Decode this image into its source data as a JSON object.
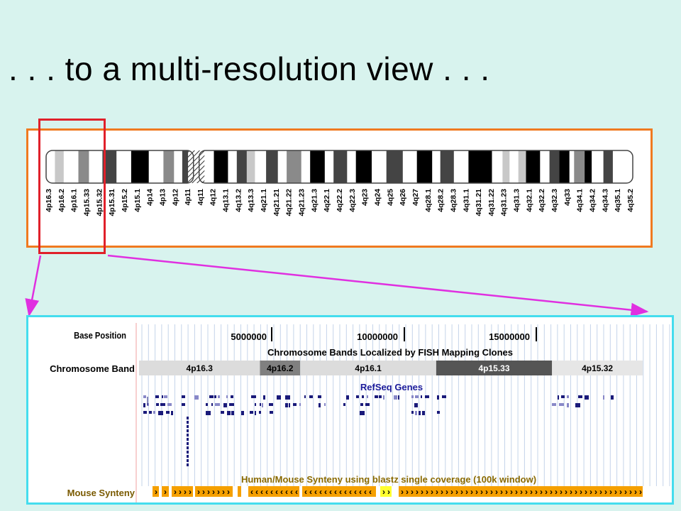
{
  "slide": {
    "title": ". . . to a multi-resolution view . . ."
  },
  "colors": {
    "background": "#d8f3ee",
    "ideogram_border": "#f07a20",
    "zoom_box": "#e0202a",
    "arrow": "#e030e0",
    "browser_border": "#44ddee",
    "gene": "#1a1a7a",
    "synteny": "#f5a000"
  },
  "ideogram": {
    "band_labels": [
      "4p16.3",
      "4p16.2",
      "4p16.1",
      "4p15.33",
      "4p15.32",
      "4p15.31",
      "4p15.2",
      "4p15.1",
      "4p14",
      "4p13",
      "4p12",
      "4p11",
      "4q11",
      "4q12",
      "4q13.1",
      "4q13.2",
      "4q13.3",
      "4q21.1",
      "4q21.21",
      "4q21.22",
      "4q21.23",
      "4q21.3",
      "4q22.1",
      "4q22.2",
      "4q22.3",
      "4q23",
      "4q24",
      "4q25",
      "4q26",
      "4q27",
      "4q28.1",
      "4q28.2",
      "4q28.3",
      "4q31.1",
      "4q31.21",
      "4q31.22",
      "4q31.23",
      "4q31.3",
      "4q32.1",
      "4q32.2",
      "4q32.3",
      "4q33",
      "4q34.1",
      "4q34.2",
      "4q34.3",
      "4q35.1",
      "4q35.2"
    ],
    "bands": [
      {
        "s": 0,
        "e": 1.5,
        "st": "w"
      },
      {
        "s": 1.5,
        "e": 3.0,
        "st": "l"
      },
      {
        "s": 3.0,
        "e": 5.5,
        "st": "w"
      },
      {
        "s": 5.5,
        "e": 7.3,
        "st": "m"
      },
      {
        "s": 7.3,
        "e": 9.6,
        "st": "w"
      },
      {
        "s": 9.6,
        "e": 12.0,
        "st": "d"
      },
      {
        "s": 12.0,
        "e": 14.5,
        "st": "w"
      },
      {
        "s": 14.5,
        "e": 17.5,
        "st": "b"
      },
      {
        "s": 17.5,
        "e": 20.0,
        "st": "w"
      },
      {
        "s": 20.0,
        "e": 21.8,
        "st": "m"
      },
      {
        "s": 21.8,
        "e": 23.2,
        "st": "w"
      },
      {
        "s": 23.2,
        "e": 24.2,
        "st": "d"
      },
      {
        "s": 24.2,
        "e": 27.0,
        "st": "c"
      },
      {
        "s": 27.0,
        "e": 28.6,
        "st": "w"
      },
      {
        "s": 28.6,
        "e": 31.0,
        "st": "b"
      },
      {
        "s": 31.0,
        "e": 32.5,
        "st": "w"
      },
      {
        "s": 32.5,
        "e": 34.2,
        "st": "d"
      },
      {
        "s": 34.2,
        "e": 35.6,
        "st": "l"
      },
      {
        "s": 35.6,
        "e": 37.5,
        "st": "w"
      },
      {
        "s": 37.5,
        "e": 39.5,
        "st": "d"
      },
      {
        "s": 39.5,
        "e": 41.0,
        "st": "w"
      },
      {
        "s": 41.0,
        "e": 43.5,
        "st": "m"
      },
      {
        "s": 43.5,
        "e": 45.0,
        "st": "w"
      },
      {
        "s": 45.0,
        "e": 47.5,
        "st": "b"
      },
      {
        "s": 47.5,
        "e": 49.0,
        "st": "w"
      },
      {
        "s": 49.0,
        "e": 51.3,
        "st": "d"
      },
      {
        "s": 51.3,
        "e": 52.8,
        "st": "w"
      },
      {
        "s": 52.8,
        "e": 55.5,
        "st": "b"
      },
      {
        "s": 55.5,
        "e": 58.0,
        "st": "w"
      },
      {
        "s": 58.0,
        "e": 60.8,
        "st": "d"
      },
      {
        "s": 60.8,
        "e": 63.2,
        "st": "w"
      },
      {
        "s": 63.2,
        "e": 65.8,
        "st": "b"
      },
      {
        "s": 65.8,
        "e": 67.2,
        "st": "w"
      },
      {
        "s": 67.2,
        "e": 69.5,
        "st": "d"
      },
      {
        "s": 69.5,
        "e": 72.0,
        "st": "w"
      },
      {
        "s": 72.0,
        "e": 76.0,
        "st": "b"
      },
      {
        "s": 76.0,
        "e": 77.8,
        "st": "w"
      },
      {
        "s": 77.8,
        "e": 79.0,
        "st": "l"
      },
      {
        "s": 79.0,
        "e": 80.5,
        "st": "w"
      },
      {
        "s": 80.5,
        "e": 81.8,
        "st": "l"
      },
      {
        "s": 81.8,
        "e": 84.2,
        "st": "b"
      },
      {
        "s": 84.2,
        "e": 85.8,
        "st": "w"
      },
      {
        "s": 85.8,
        "e": 87.5,
        "st": "d"
      },
      {
        "s": 87.5,
        "e": 89.2,
        "st": "b"
      },
      {
        "s": 89.2,
        "e": 90.0,
        "st": "w"
      },
      {
        "s": 90.0,
        "e": 91.8,
        "st": "m"
      },
      {
        "s": 91.8,
        "e": 93.0,
        "st": "b"
      },
      {
        "s": 93.0,
        "e": 95.0,
        "st": "w"
      },
      {
        "s": 95.0,
        "e": 96.6,
        "st": "d"
      },
      {
        "s": 96.6,
        "e": 100,
        "st": "w"
      }
    ]
  },
  "browser": {
    "labels": {
      "base_position": "Base Position",
      "chromosome_band": "Chromosome Band",
      "mouse_synteny": "Mouse Synteny"
    },
    "ruler": [
      "5000000",
      "10000000",
      "15000000"
    ],
    "fish_title": "Chromosome Bands Localized by FISH Mapping Clones",
    "bands": [
      {
        "name": "4p16.3",
        "s": 0.0,
        "e": 0.24,
        "shade": "#dcdcdc",
        "text": "#000"
      },
      {
        "name": "4p16.2",
        "s": 0.24,
        "e": 0.32,
        "shade": "#808080",
        "text": "#000"
      },
      {
        "name": "4p16.1",
        "s": 0.32,
        "e": 0.59,
        "shade": "#dcdcdc",
        "text": "#000"
      },
      {
        "name": "4p15.33",
        "s": 0.59,
        "e": 0.82,
        "shade": "#555555",
        "text": "#fff"
      },
      {
        "name": "4p15.32",
        "s": 0.82,
        "e": 1.0,
        "shade": "#e6e6e6",
        "text": "#000"
      }
    ],
    "refseq_title": "RefSeq Genes",
    "synteny_title": "Human/Mouse Synteny using blastz single coverage (100k window)"
  }
}
